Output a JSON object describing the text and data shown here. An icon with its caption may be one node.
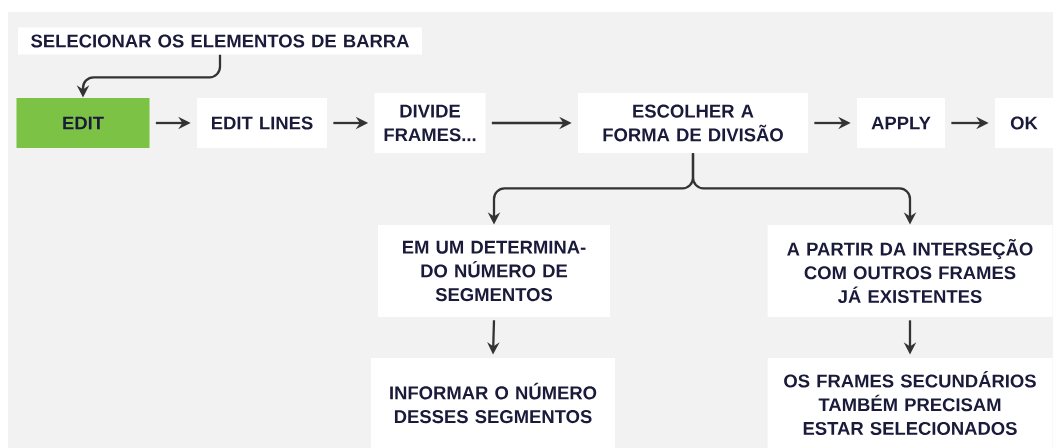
{
  "diagram": {
    "nodes": [
      {
        "text": [
          "SELECIONAR OS ELEMENTOS DE  BARRA"
        ]
      },
      {
        "text": [
          "EDIT"
        ]
      },
      {
        "text": [
          "EDIT LINES"
        ]
      },
      {
        "text": [
          "DIVIDE FRAMES..."
        ]
      },
      {
        "text": [
          "ESCOLHER A FORMA DE DIVISÃO"
        ]
      },
      {
        "text": [
          "APPLY"
        ]
      },
      {
        "text": [
          "OK"
        ]
      },
      {
        "text": [
          "EM UM DETERMINA- DO NÚMERO DE SEGMENTOS"
        ]
      },
      {
        "text": [
          "A PARTIR DA INTERSEÇÃO COM OUTROS FRAMES JÁ EXISTENTES"
        ]
      },
      {
        "text": [
          "INFORMAR O NÚMERO DESSES SEGMENTOS"
        ]
      },
      {
        "text": [
          "OS FRAMES SECUNDÁRIOS TAMBÉM PRECISAM ESTAR SELECIONADOS"
        ]
      }
    ],
    "edges": [
      {
        "from": 0,
        "to": 1,
        "arrow": "to"
      },
      {
        "from": 1,
        "to": 2,
        "arrow": "to"
      },
      {
        "from": 2,
        "to": 3,
        "arrow": "to"
      },
      {
        "from": 3,
        "to": 4,
        "arrow": "to"
      },
      {
        "from": 4,
        "to": 5,
        "arrow": "to"
      },
      {
        "from": 5,
        "to": 6,
        "arrow": "to"
      },
      {
        "from": 4,
        "to": 7,
        "arrow": "to"
      },
      {
        "from": 4,
        "to": 8,
        "arrow": "to"
      },
      {
        "from": 7,
        "to": 9,
        "arrow": "to"
      },
      {
        "from": 8,
        "to": 10,
        "arrow": "to"
      }
    ]
  }
}
